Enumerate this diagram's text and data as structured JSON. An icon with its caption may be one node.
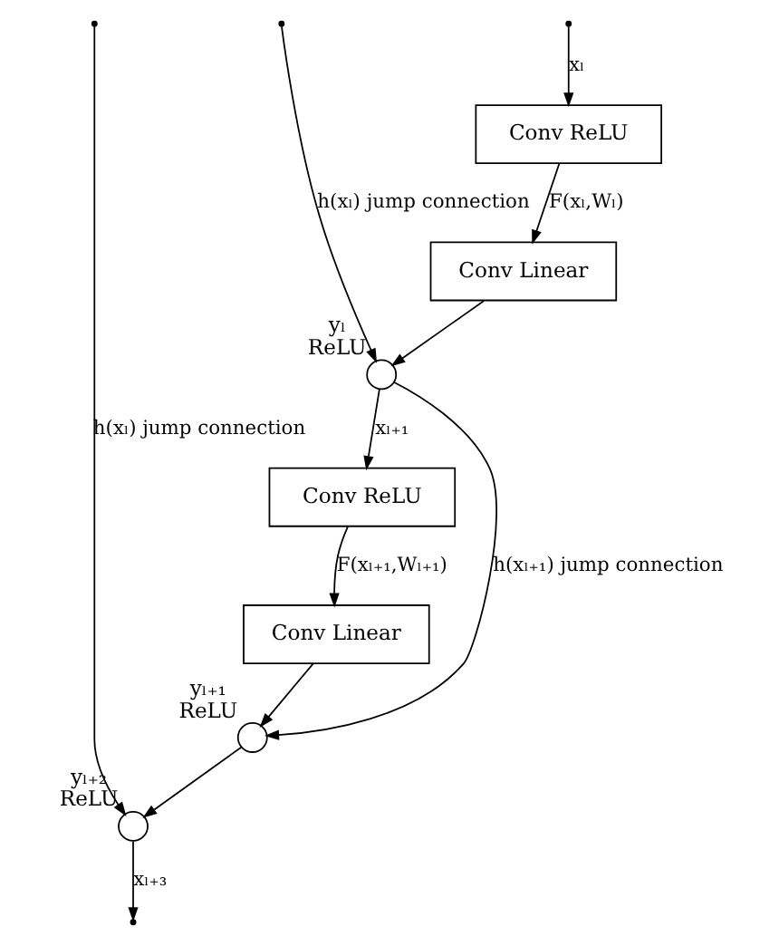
{
  "diagram": {
    "nodes": [
      {
        "text": [
          "Conv ReLU"
        ]
      },
      {
        "text": [
          "Conv Linear"
        ]
      },
      {
        "text": [],
        "shape": "circle",
        "beside": [
          "yₗ",
          "ReLU"
        ]
      },
      {
        "text": [
          "Conv ReLU"
        ]
      },
      {
        "text": [
          "Conv Linear"
        ]
      },
      {
        "text": [],
        "shape": "circle",
        "beside": [
          "yₗ₊₁",
          "ReLU"
        ]
      },
      {
        "text": [],
        "shape": "circle",
        "beside": [
          "yₗ₊₂",
          "ReLU"
        ]
      }
    ],
    "edges": [
      {
        "from": null,
        "to": 0,
        "arrow": "to",
        "label": "xₗ"
      },
      {
        "from": null,
        "to": 2,
        "arrow": "to",
        "label": "h(xₗ) jump connection"
      },
      {
        "from": null,
        "to": 6,
        "arrow": "to",
        "label": "h(xₗ) jump connection"
      },
      {
        "from": 0,
        "to": 1,
        "arrow": "to",
        "label": "F(xₗ,Wₗ)"
      },
      {
        "from": 1,
        "to": 2,
        "arrow": "to"
      },
      {
        "from": 2,
        "to": 3,
        "arrow": "to",
        "label": "xₗ₊₁"
      },
      {
        "from": 2,
        "to": 5,
        "arrow": "to",
        "label": "h(xₗ₊₁) jump connection"
      },
      {
        "from": 3,
        "to": 4,
        "arrow": "to",
        "label": "F(xₗ₊₁,Wₗ₊₁)"
      },
      {
        "from": 4,
        "to": 5,
        "arrow": "to"
      },
      {
        "from": 5,
        "to": 6,
        "arrow": "to"
      },
      {
        "from": 6,
        "to": null,
        "arrow": "to",
        "label": "xₗ₊₃"
      }
    ]
  }
}
